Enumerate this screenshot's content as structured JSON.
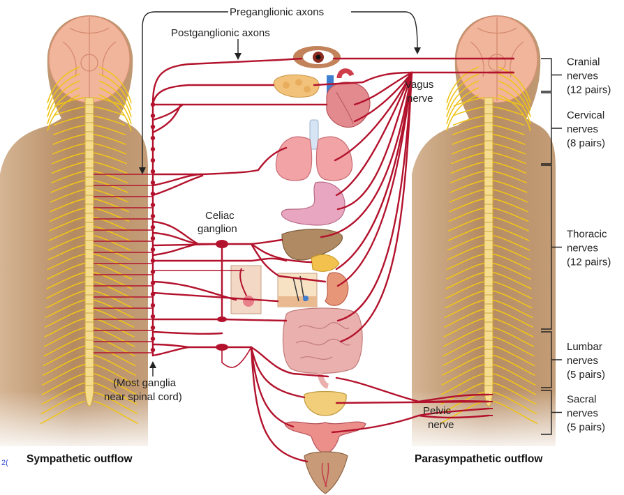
{
  "labels": {
    "preganglionic": "Preganglionic axons",
    "postganglionic": "Postganglionic axons",
    "vagus_line1": "Vagus",
    "vagus_line2": "nerve",
    "celiac_line1": "Celiac",
    "celiac_line2": "ganglion",
    "ganglia_line1": "(Most ganglia",
    "ganglia_line2": "near spinal cord)",
    "pelvic_line1": "Pelvic",
    "pelvic_line2": "nerve",
    "sympathetic": "Sympathetic outflow",
    "parasympathetic": "Parasympathetic outflow",
    "page_fragment": "2("
  },
  "nerve_groups": [
    {
      "name": "Cranial",
      "line2": "nerves",
      "count": "(12 pairs)"
    },
    {
      "name": "Cervical",
      "line2": "nerves",
      "count": "(8 pairs)"
    },
    {
      "name": "Thoracic",
      "line2": "nerves",
      "count": "(12 pairs)"
    },
    {
      "name": "Lumbar",
      "line2": "nerves",
      "count": "(5 pairs)"
    },
    {
      "name": "Sacral",
      "line2": "nerves",
      "count": "(5 pairs)"
    }
  ],
  "colors": {
    "nerve": "#b3122c",
    "skin": "#b98e66",
    "brain": "#f1b59c",
    "spinal_nerve": "#f0c419",
    "spine": "#f6dc8e"
  }
}
